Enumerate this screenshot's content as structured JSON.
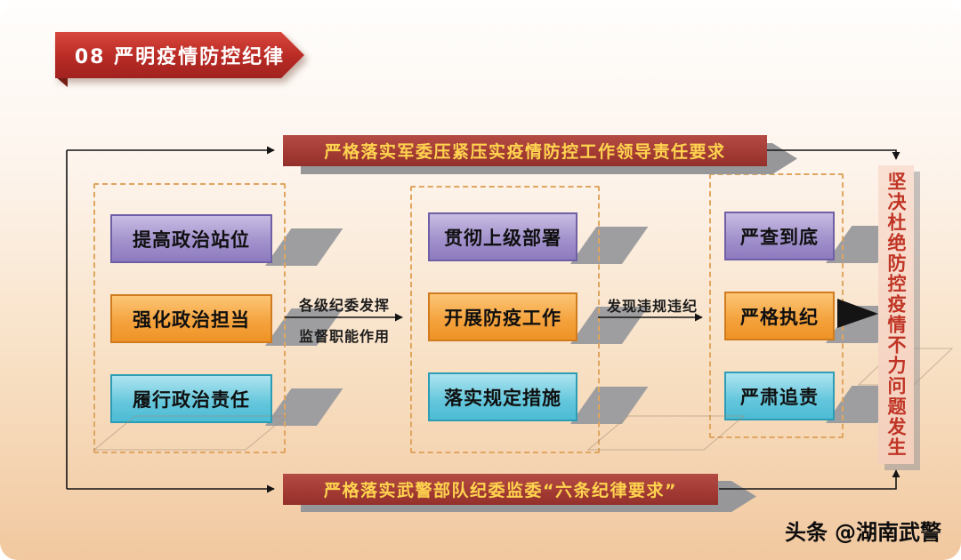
{
  "title": {
    "badge": "08 严明疫情防控纪律"
  },
  "top_banner": {
    "label": "严格落实军委压紧压实疫情防控工作领导责任要求"
  },
  "bottom_banner": {
    "label": "严格落实武警部队纪委监委“六条纪律要求”"
  },
  "groups": [
    {
      "items": [
        {
          "label": "提高政治站位"
        },
        {
          "label": "强化政治担当"
        },
        {
          "label": "履行政治责任"
        }
      ]
    },
    {
      "items": [
        {
          "label": "贯彻上级部署"
        },
        {
          "label": "开展防疫工作"
        },
        {
          "label": "落实规定措施"
        }
      ]
    },
    {
      "items": [
        {
          "label": "严查到底"
        },
        {
          "label": "严格执纪"
        },
        {
          "label": "严肃追责"
        }
      ]
    }
  ],
  "connectors": [
    {
      "lines": [
        "各级纪委发挥",
        "监督职能作用"
      ]
    },
    {
      "lines": [
        "发现违规违纪"
      ]
    }
  ],
  "result": {
    "label": "坚决杜绝防控疫情不力问题发生"
  },
  "watermark": {
    "brand": "头条",
    "handle": "@湖南武警"
  },
  "colors": {
    "banner_red": "#a23933",
    "banner_text": "#ffd44f",
    "ribbon_red": "#b82a24",
    "purple": "#a292cc",
    "orange": "#f4a13b",
    "cyan": "#63c6dc",
    "dashed_border": "#e0a55f",
    "result_bg": "#f4cfbc",
    "result_text": "#c03425",
    "shadow_gray": "#9e9ea0"
  }
}
